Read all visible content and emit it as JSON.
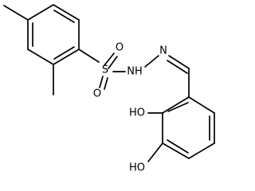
{
  "structure": {
    "atoms": {
      "sulfur": "S",
      "oxygen_top": "O",
      "oxygen_bottom": "O",
      "nh": "NH",
      "n": "N",
      "ho_upper": "HO",
      "ho_lower": "HO"
    },
    "colors": {
      "bond": "#000000",
      "label": "#000000",
      "background": "#ffffff"
    }
  }
}
